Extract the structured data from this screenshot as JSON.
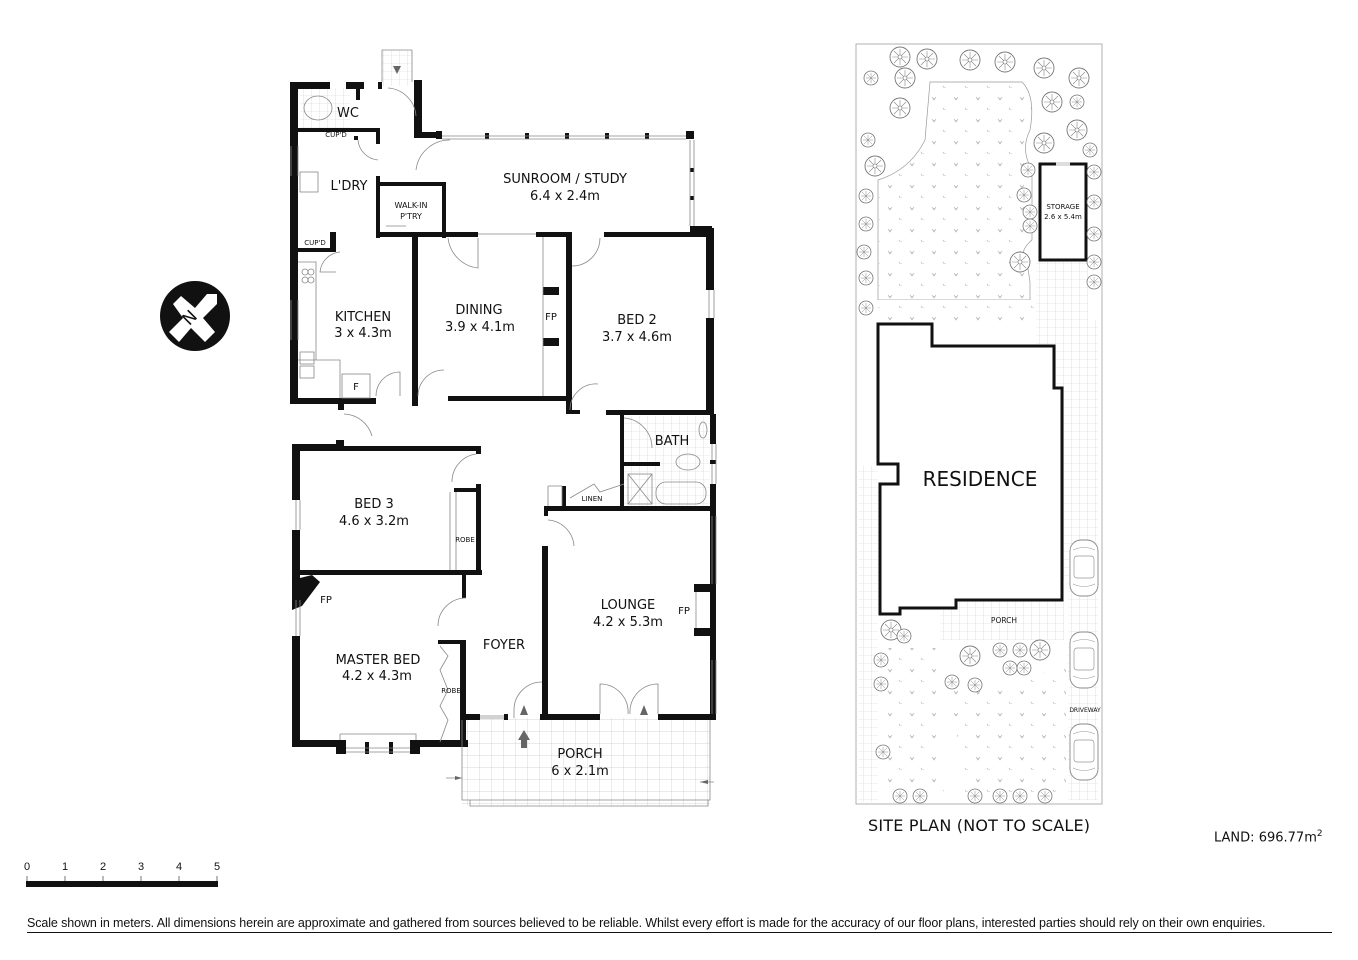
{
  "floor_plan": {
    "rooms": [
      {
        "id": "wc",
        "name": "WC",
        "dims": ""
      },
      {
        "id": "cupd_top",
        "name": "CUP'D",
        "dims": ""
      },
      {
        "id": "ldry",
        "name": "L'DRY",
        "dims": ""
      },
      {
        "id": "walkin",
        "name": "WALK-IN",
        "name2": "P'TRY",
        "dims": ""
      },
      {
        "id": "cupd_bottom",
        "name": "CUP'D",
        "dims": ""
      },
      {
        "id": "sunroom",
        "name": "SUNROOM / STUDY",
        "dims": "6.4 x 2.4m"
      },
      {
        "id": "kitchen",
        "name": "KITCHEN",
        "dims": "3 x 4.3m"
      },
      {
        "id": "dining",
        "name": "DINING",
        "dims": "3.9 x 4.1m"
      },
      {
        "id": "bed2",
        "name": "BED 2",
        "dims": "3.7 x 4.6m"
      },
      {
        "id": "bath",
        "name": "BATH",
        "dims": ""
      },
      {
        "id": "linen",
        "name": "LINEN",
        "dims": ""
      },
      {
        "id": "bed3",
        "name": "BED 3",
        "dims": "4.6 x 3.2m"
      },
      {
        "id": "master",
        "name": "MASTER BED",
        "dims": "4.2 x 4.3m"
      },
      {
        "id": "foyer",
        "name": "FOYER",
        "dims": ""
      },
      {
        "id": "lounge",
        "name": "LOUNGE",
        "dims": "4.2 x 5.3m"
      },
      {
        "id": "porch",
        "name": "PORCH",
        "dims": "6 x 2.1m"
      }
    ],
    "fixtures": {
      "fp": "FP",
      "robe": "ROBE",
      "fridge": "F"
    },
    "compass": {
      "label": "N",
      "icon": "north-arrow-icon"
    }
  },
  "site_plan": {
    "title": "SITE PLAN (NOT TO SCALE)",
    "residence": "RESIDENCE",
    "storage_name": "STORAGE",
    "storage_dims": "2.6 x 5.4m",
    "porch": "PORCH",
    "driveway": "DRIVEWAY"
  },
  "land": {
    "label": "LAND:",
    "value": "696.77m",
    "unit_sup": "2"
  },
  "scale_bar": {
    "ticks": [
      "0",
      "1",
      "2",
      "3",
      "4",
      "5"
    ],
    "unit": "meters"
  },
  "disclaimer": "Scale shown in meters. All dimensions herein are approximate and gathered from sources believed to be  reliable. Whilst every effort is made for the accuracy of our floor plans, interested parties should rely on their own enquiries."
}
